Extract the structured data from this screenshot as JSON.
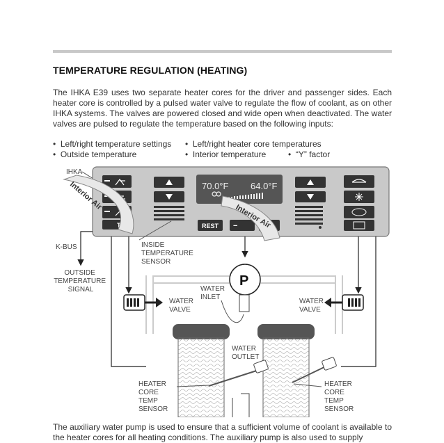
{
  "page": {
    "heading": "TEMPERATURE REGULATION (HEATING)",
    "intro": "The IHKA E39 uses two separate heater cores for the driver and passenger sides.  Each heater core is controlled by a pulsed water valve to regulate the flow of coolant, as on other IHKA systems. The valves are powered closed and wide open when deactivated.  The water valves are pulsed to regulate the temperature based on the following inputs:",
    "bullets_col1": [
      "Left/right temperature settings",
      "Outside temperature"
    ],
    "bullets_col2": [
      "Left/right heater core temperatures",
      "Interior temperature"
    ],
    "bullets_col3": [
      "“Y” factor"
    ],
    "bullet_symbol": "•",
    "footer": "The auxiliary water pump is used to ensure that a sufficient volume of coolant is available to the heater cores for all heating conditions. The auxiliary pump is also used to supply"
  },
  "diagram": {
    "ihka_label": "IHKA",
    "display_left_temp": "70.0°F",
    "display_right_temp": "64.0°F",
    "rest_button": "REST",
    "minus_button": "−",
    "auto_partial": "TO",
    "interior_air_left": "Interior Air",
    "interior_air_right": "Interior Air",
    "kbus": "K-BUS",
    "outside_temp_signal": [
      "OUTSIDE",
      "TEMPERATURE",
      "SIGNAL"
    ],
    "inside_temp_sensor": [
      "INSIDE",
      "TEMPERATURE",
      "SENSOR"
    ],
    "pump": "P",
    "water_inlet": [
      "WATER",
      "INLET"
    ],
    "water_valve_left": [
      "WATER",
      "VALVE"
    ],
    "water_valve_right": [
      "WATER",
      "VALVE"
    ],
    "water_outlet": [
      "WATER",
      "OUTLET"
    ],
    "heater_sensor_left": [
      "HEATER",
      "CORE",
      "TEMP",
      "SENSOR"
    ],
    "heater_sensor_right": [
      "HEATER",
      "CORE",
      "TEMP",
      "SENSOR"
    ],
    "colors": {
      "panel": "#c9c9c9",
      "dark": "#333333",
      "lcd": "#555555",
      "air": "#e8e8e8"
    }
  }
}
